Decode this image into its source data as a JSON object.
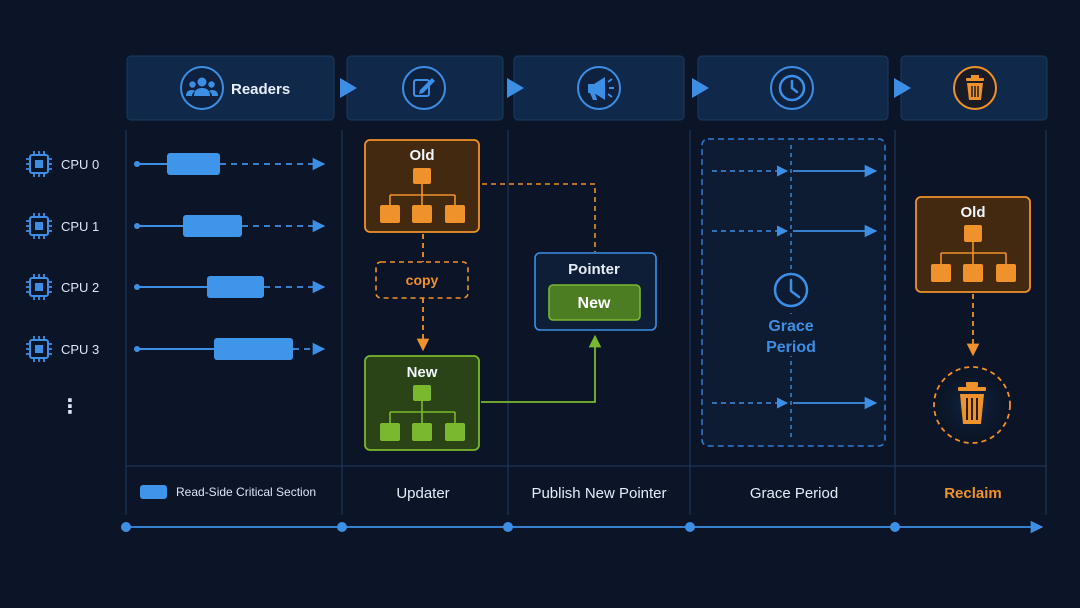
{
  "header": {
    "stages": [
      {
        "label": "Readers",
        "icon": "users-icon"
      },
      {
        "label": "",
        "icon": "edit-icon"
      },
      {
        "label": "",
        "icon": "megaphone-icon"
      },
      {
        "label": "",
        "icon": "clock-icon"
      },
      {
        "label": "",
        "icon": "trash-icon"
      }
    ]
  },
  "cpus": [
    "CPU 0",
    "CPU 1",
    "CPU 2",
    "CPU 3"
  ],
  "cpu_more": "⋮",
  "legend": {
    "label": "Read-Side Critical Section"
  },
  "columns": [
    "Updater",
    "Publish New Pointer",
    "Grace Period",
    "Reclaim"
  ],
  "updater": {
    "old_label": "Old",
    "copy_label": "copy",
    "new_label": "New"
  },
  "publish": {
    "pointer_label": "Pointer",
    "new_label": "New"
  },
  "grace": {
    "line1": "Grace",
    "line2": "Period"
  },
  "reclaim": {
    "old_label": "Old"
  },
  "colors": {
    "background": "#0b1527",
    "accent_blue": "#3d8fe6",
    "accent_orange": "#f0922b",
    "accent_green": "#7ab82e"
  }
}
